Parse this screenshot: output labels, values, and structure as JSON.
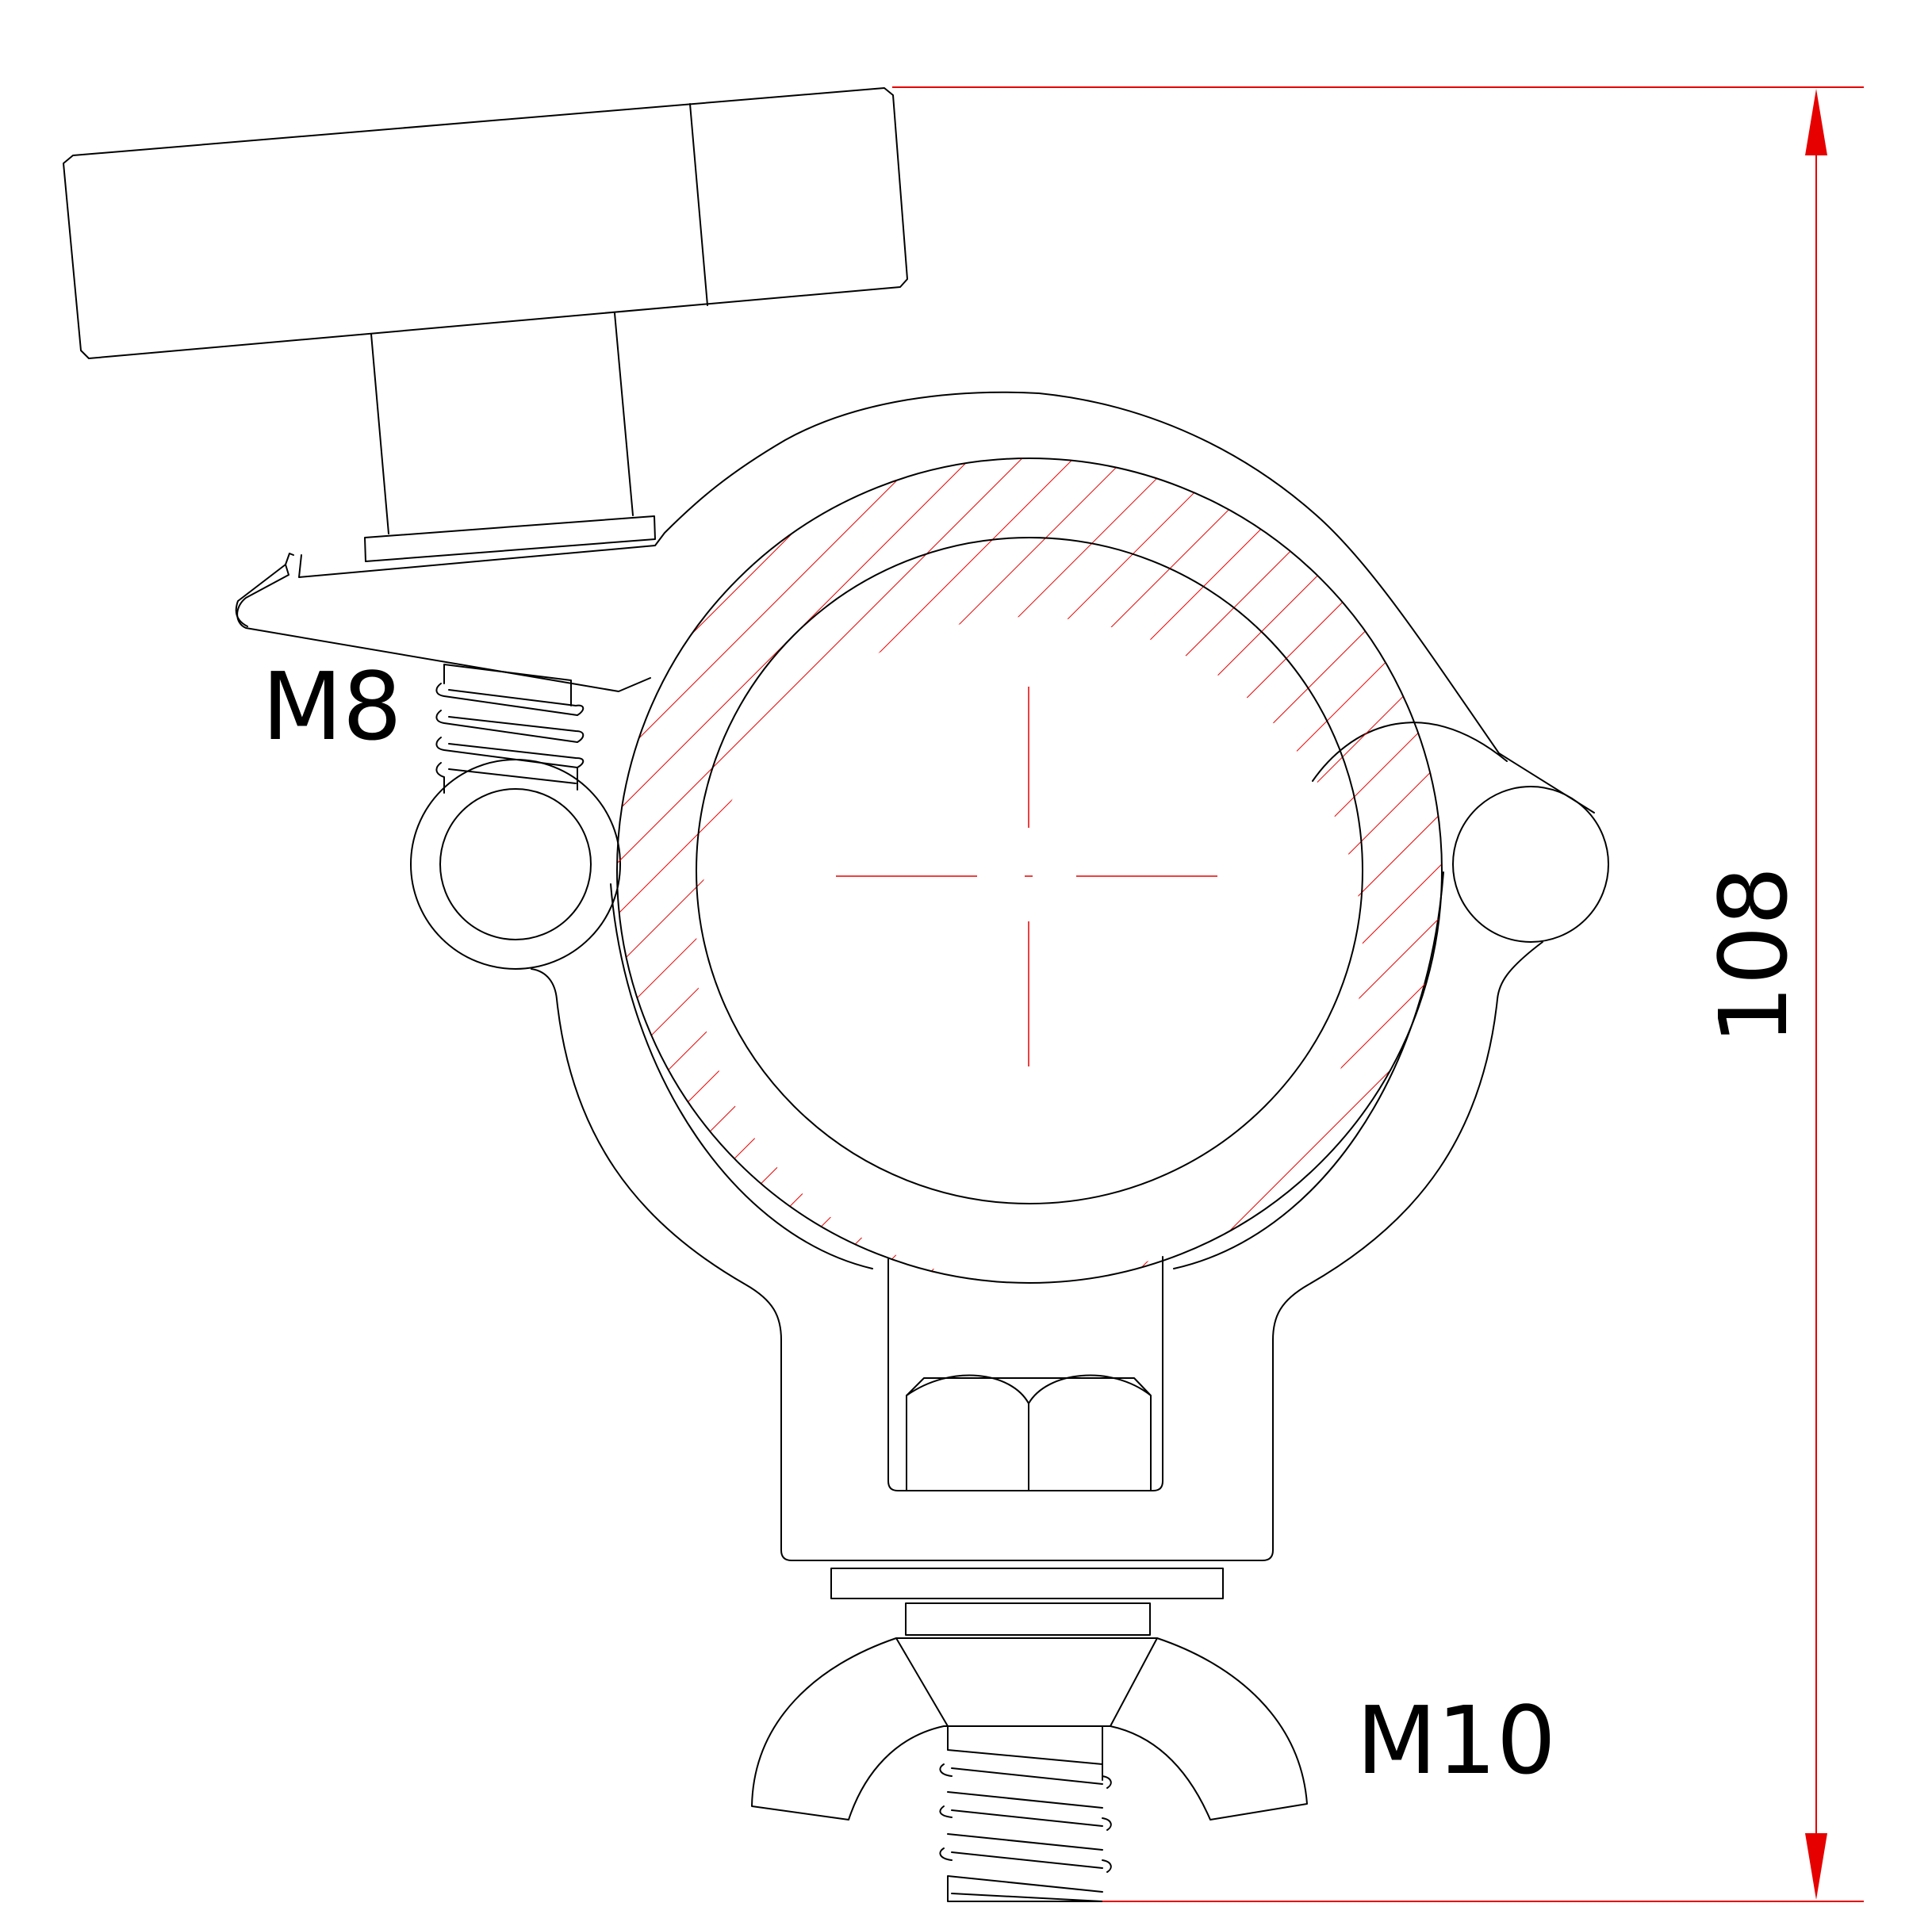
{
  "labels": {
    "thread_top": "M8",
    "thread_bottom": "M10",
    "height_dimension": "108"
  },
  "colors": {
    "outline": "#000000",
    "dimension": "#e60000",
    "hatch": "#e60000",
    "background": "#ffffff"
  }
}
